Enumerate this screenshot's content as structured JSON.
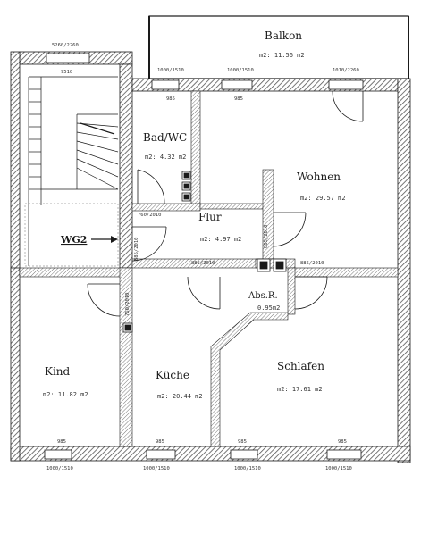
{
  "plan": {
    "unit_label": "WG2",
    "rooms": {
      "balkon": {
        "name": "Balkon",
        "area": "m2: 11.56 m2"
      },
      "bad": {
        "name": "Bad/WC",
        "area": "m2: 4.32 m2"
      },
      "wohnen": {
        "name": "Wohnen",
        "area": "m2: 29.57 m2"
      },
      "flur": {
        "name": "Flur",
        "area": "m2: 4.97 m2"
      },
      "abs": {
        "name": "Abs.R.",
        "area": "0.95m2"
      },
      "kind": {
        "name": "Kind",
        "area": "m2: 11.82 m2"
      },
      "kueche": {
        "name": "Küche",
        "area": "m2: 20.44 m2"
      },
      "schlafen": {
        "name": "Schlafen",
        "area": "m2: 17.61 m2"
      }
    },
    "dims": {
      "top_window": "5260/2260",
      "stair_window": "9510",
      "balcony_w1": "1000/1510",
      "balcony_w2": "1000/1510",
      "balcony_door": "1010/2260",
      "bad_window": "985",
      "wohnen_window": "985",
      "door_flur": "760/2010",
      "door_entry": "885/2010",
      "door_wohnen": "885/2010",
      "door_flur_bottom": "885/2010",
      "door_schlafen": "885/2010",
      "door_kind": "760/2010",
      "sill_kind": "985",
      "sill_kueche": "985",
      "sill_mid": "985",
      "sill_schlafen": "985",
      "bottom_w1": "1000/1510",
      "bottom_w2": "1000/1510",
      "bottom_w3": "1000/1510",
      "bottom_w4": "1000/1510"
    }
  },
  "colors": {
    "wall_hatch": "#555555",
    "ink": "#1a1a1a"
  }
}
